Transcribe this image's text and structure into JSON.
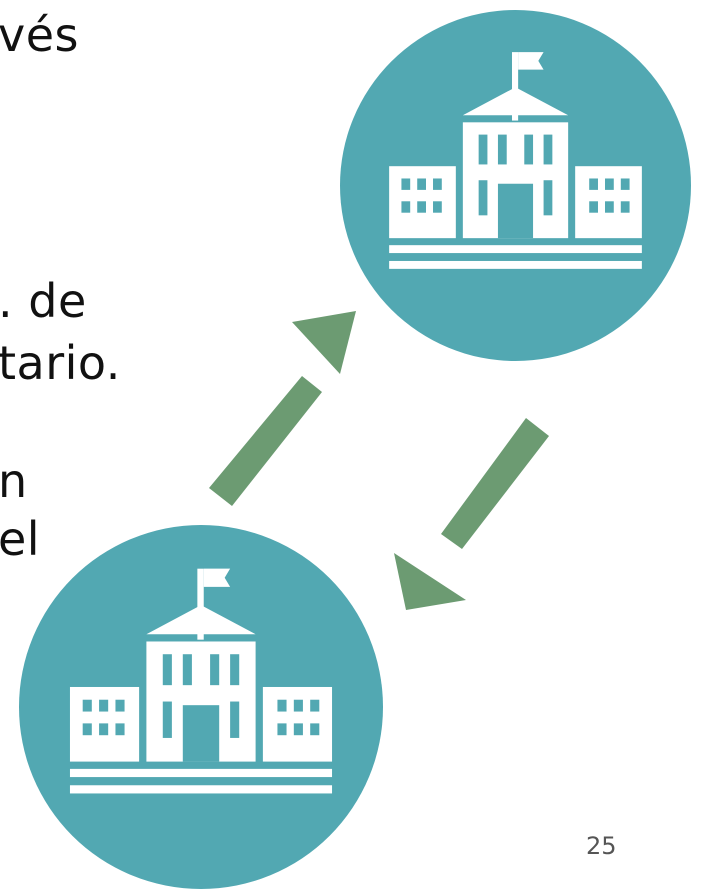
{
  "text_fragments": [
    "vés",
    ". de",
    "tario.",
    "n",
    "el"
  ],
  "page_number": "25",
  "colors": {
    "circle": "#52a8b2",
    "arrow": "#6c9b72",
    "building": "#ffffff",
    "text": "#111111"
  },
  "icons": {
    "building": "school-building-icon",
    "arrow_up": "arrow-up-right",
    "arrow_down": "arrow-down-left"
  }
}
